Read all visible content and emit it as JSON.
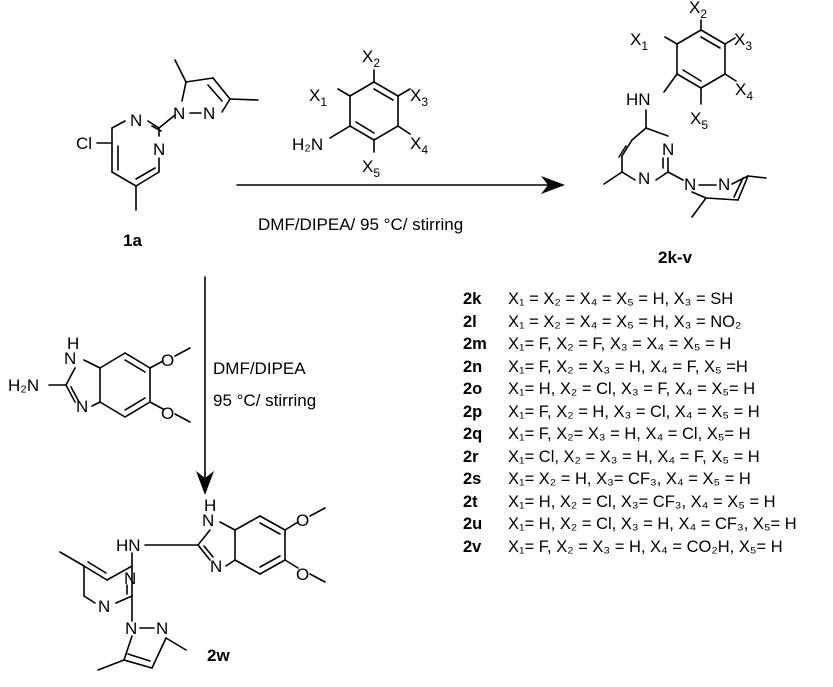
{
  "compounds": {
    "start": "1a",
    "product_series": "2k-v",
    "product_w": "2w"
  },
  "conditions": {
    "top": "DMF/DIPEA/ 95 °C/ stirring",
    "left_line1": "DMF/DIPEA",
    "left_line2": "95 °C/ stirring"
  },
  "atoms": {
    "cl": "Cl",
    "n": "N",
    "h2n": "H₂N",
    "hn": "HN",
    "nh": "NH"
  },
  "substituent_labels": [
    "X1",
    "X2",
    "X3",
    "X4",
    "X5"
  ],
  "legend": [
    {
      "id": "2k",
      "text": "X₁ = X₂ = X₄ = X₅ = H,  X₃ = SH"
    },
    {
      "id": "2l",
      "text": "X₁ = X₂ = X₄ = X₅ = H,  X₃ = NO₂"
    },
    {
      "id": "2m",
      "text": "X₁= F, X₂ = F,  X₃ = X₄ = X₅ = H"
    },
    {
      "id": "2n",
      "text": "X₁= F, X₂ = X₃ = H, X₄ = F, X₅ =H"
    },
    {
      "id": "2o",
      "text": "X₁= H, X₂ = Cl, X₃ = F, X₄ = X₅= H"
    },
    {
      "id": "2p",
      "text": "X₁= F, X₂ = H, X₃ = Cl, X₄ = X₅ = H"
    },
    {
      "id": "2q",
      "text": "X₁= F, X₂= X₃ = H, X₄ = Cl, X₅= H"
    },
    {
      "id": "2r",
      "text": "X₁= Cl, X₂ = X₃ = H, X₄ = F, X₅ = H"
    },
    {
      "id": "2s",
      "text": "X₁= X₂ = H, X₃= CF₃,  X₄ = X₅ = H"
    },
    {
      "id": "2t",
      "text": "X₁= H, X₂ = Cl, X₃= CF₃, X₄ = X₅ = H"
    },
    {
      "id": "2u",
      "text": "X₁= H, X₂ = Cl, X₃ = H, X₄ = CF₃, X₅= H"
    },
    {
      "id": "2v",
      "text": "X₁= F, X₂ = X₃ = H, X₄ = CO₂H, X₅= H"
    }
  ]
}
